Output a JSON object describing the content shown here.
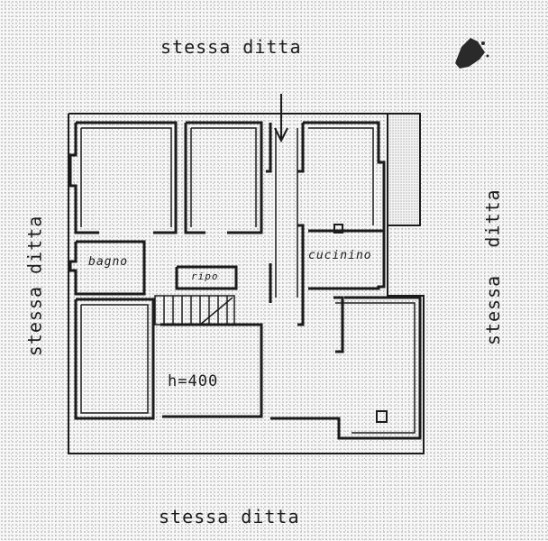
{
  "labels": {
    "top": "stessa ditta",
    "bottom": "stessa ditta",
    "left": "stessa ditta",
    "right_upper": "ditta",
    "right_lower": "stessa",
    "bagno": "bagno",
    "ripo": "ripo",
    "cucinino": "cucinino",
    "height": "h=400"
  },
  "colors": {
    "wall": "#1b1b1b",
    "paper": "#f7f7f7",
    "ink_blot": "#2a2a2a"
  },
  "icons": {
    "entrance_arrow": "arrow-down-icon"
  }
}
